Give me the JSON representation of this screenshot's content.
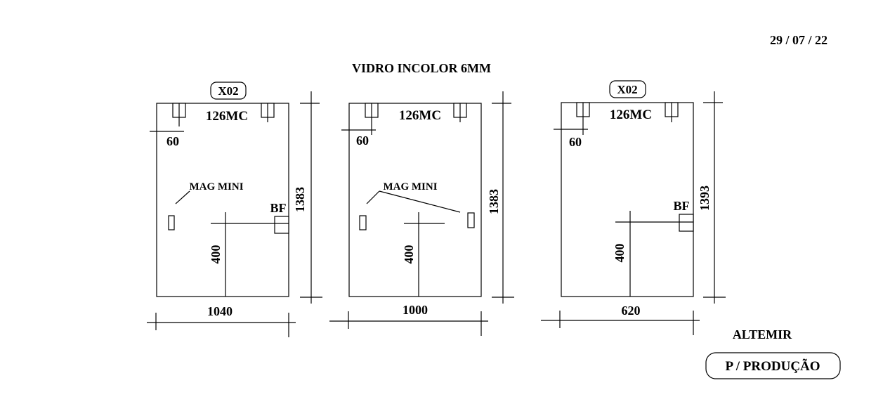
{
  "header": {
    "date": "29 / 07 / 22",
    "title": "VIDRO INCOLOR 6MM"
  },
  "pieces": [
    {
      "tag": "X02",
      "hardware_top": "126MC",
      "offset_label": "60",
      "mag_label": "MAG MINI",
      "bf_label": "BF",
      "height_label": "1383",
      "vertical_label": "400",
      "width_label": "1040"
    },
    {
      "hardware_top": "126MC",
      "offset_label": "60",
      "mag_label": "MAG MINI",
      "height_label": "1383",
      "vertical_label": "400",
      "width_label": "1000"
    },
    {
      "tag": "X02",
      "hardware_top": "126MC",
      "offset_label": "60",
      "bf_label": "BF",
      "height_label": "1393",
      "vertical_label": "400",
      "width_label": "620"
    }
  ],
  "footer": {
    "author": "ALTEMIR",
    "stamp": "P / PRODUÇÃO"
  }
}
